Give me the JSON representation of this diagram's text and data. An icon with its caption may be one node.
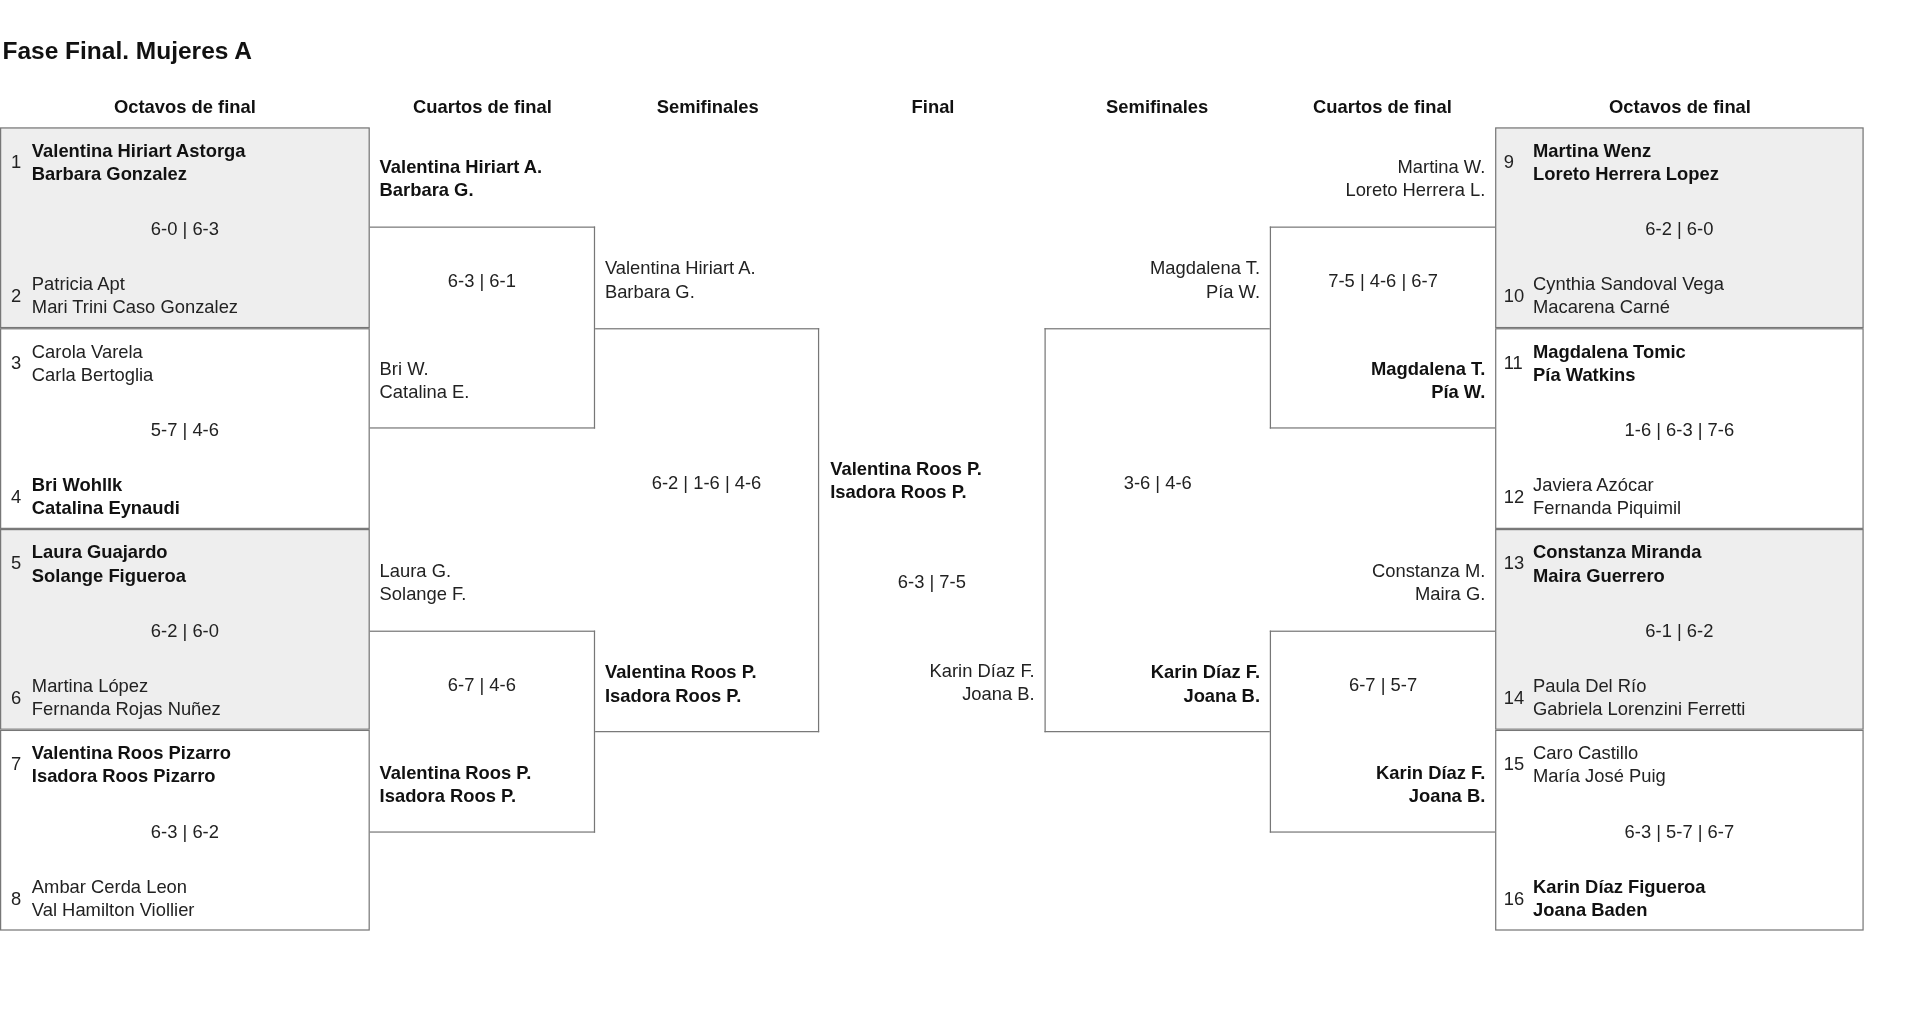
{
  "diagram": {
    "title": "Fase Final. Mujeres A",
    "nodes": [
      {
        "text": [
          "1",
          "Valentina Hiriart Astorga",
          "Barbara Gonzalez",
          "6-0 | 6-3",
          "2",
          "Patricia Apt",
          "Mari Trini Caso Gonzalez"
        ]
      },
      {
        "text": [
          "3",
          "Carola Varela",
          "Carla Bertoglia",
          "5-7 | 4-6",
          "4",
          "Bri Wohllk",
          "Catalina Eynaudi"
        ]
      },
      {
        "text": [
          "5",
          "Laura Guajardo",
          "Solange Figueroa",
          "6-2 | 6-0",
          "6",
          "Martina López",
          "Fernanda Rojas Nuñez"
        ]
      },
      {
        "text": [
          "7",
          "Valentina Roos Pizarro",
          "Isadora Roos Pizarro",
          "6-3 | 6-2",
          "8",
          "Ambar Cerda Leon",
          "Val Hamilton Viollier"
        ]
      },
      {
        "text": [
          "Valentina Hiriart A.",
          "Barbara G.",
          "6-3 | 6-1",
          "Bri W.",
          "Catalina E."
        ]
      },
      {
        "text": [
          "Laura G.",
          "Solange F.",
          "6-7 | 4-6",
          "Valentina Roos P.",
          "Isadora Roos P."
        ]
      },
      {
        "text": [
          "Valentina Hiriart A.",
          "Barbara G.",
          "6-2 | 1-6 | 4-6",
          "Valentina Roos P.",
          "Isadora Roos P."
        ]
      },
      {
        "text": [
          "Magdalena T.",
          "Pía W.",
          "3-6 | 4-6",
          "Karin Díaz F.",
          "Joana B."
        ]
      },
      {
        "text": [
          "Martina W.",
          "Loreto Herrera L.",
          "7-5 | 4-6 | 6-7",
          "Magdalena T.",
          "Pía W."
        ]
      },
      {
        "text": [
          "Constanza M.",
          "Maira G.",
          "6-7 | 5-7",
          "Karin Díaz F.",
          "Joana B."
        ]
      },
      {
        "text": [
          "9",
          "Martina Wenz",
          "Loreto Herrera Lopez",
          "6-2 | 6-0",
          "10",
          "Cynthia Sandoval Vega",
          "Macarena Carné"
        ]
      },
      {
        "text": [
          "11",
          "Magdalena Tomic",
          "Pía Watkins",
          "1-6 | 6-3 | 7-6",
          "12",
          "Javiera Azócar",
          "Fernanda Piquimil"
        ]
      },
      {
        "text": [
          "13",
          "Constanza Miranda",
          "Maira Guerrero",
          "6-1 | 6-2",
          "14",
          "Paula Del Río",
          "Gabriela Lorenzini Ferretti"
        ]
      },
      {
        "text": [
          "15",
          "Caro Castillo",
          "María José Puig",
          "6-3 | 5-7 | 6-7",
          "16",
          "Karin Díaz Figueroa",
          "Joana Baden"
        ]
      }
    ],
    "labels": [
      "Octavos de final",
      "Cuartos de final",
      "Semifinales",
      "Final",
      "Semifinales",
      "Cuartos de final",
      "Octavos de final",
      "Valentina Roos P.",
      "Isadora Roos P.",
      "6-3 | 7-5",
      "Karin Díaz F.",
      "Joana B."
    ]
  }
}
